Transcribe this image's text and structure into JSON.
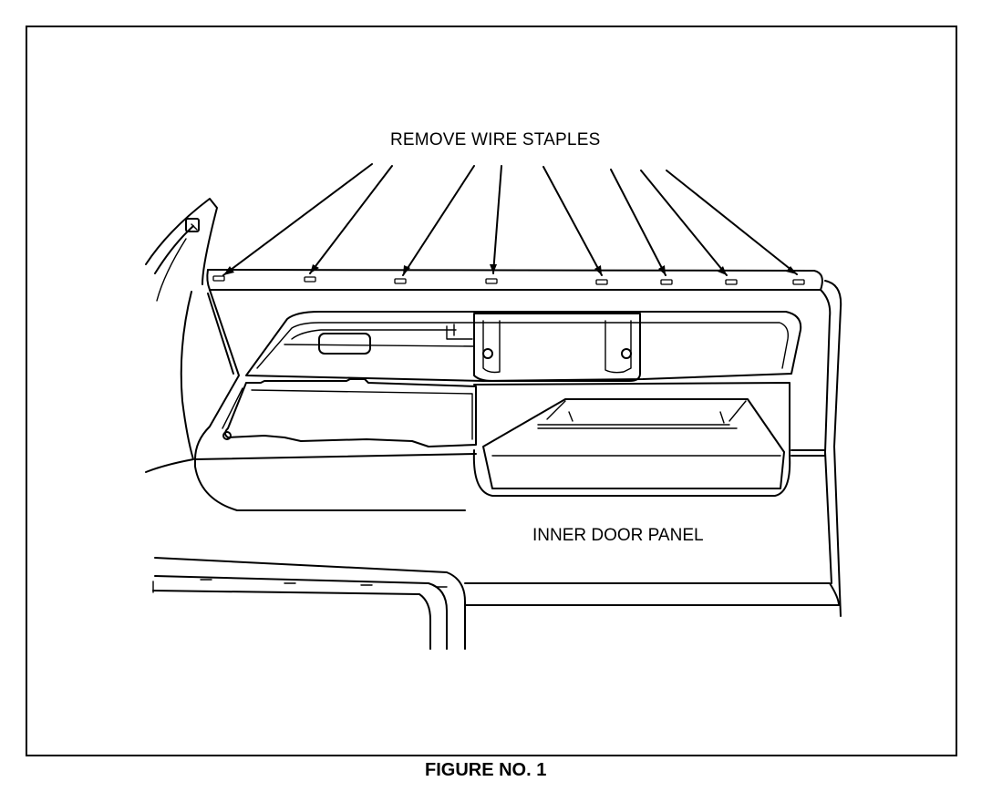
{
  "figure": {
    "callout": "REMOVE WIRE STAPLES",
    "panel_label": "INNER DOOR PANEL",
    "caption": "FIGURE NO. 1",
    "colors": {
      "line": "#000000",
      "background": "#ffffff"
    },
    "staple_count": 8
  }
}
